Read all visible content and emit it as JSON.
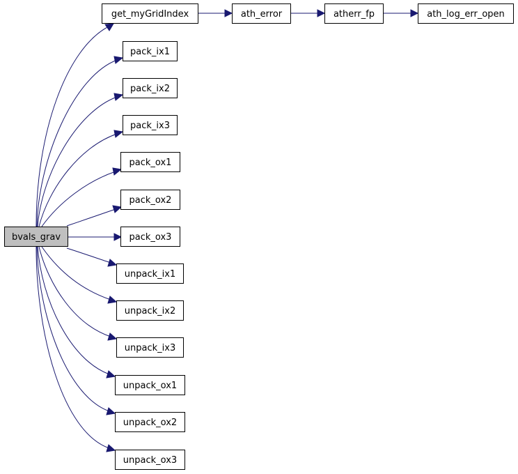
{
  "colors": {
    "edge": "#191970",
    "root_fill": "#bfbfbf",
    "node_fill": "#ffffff",
    "node_border": "#000000"
  },
  "graph": {
    "root": "bvals_grav",
    "nodes": {
      "bvals_grav": "bvals_grav",
      "get_myGridIndex": "get_myGridIndex",
      "ath_error": "ath_error",
      "atherr_fp": "atherr_fp",
      "ath_log_err_open": "ath_log_err_open",
      "pack_ix1": "pack_ix1",
      "pack_ix2": "pack_ix2",
      "pack_ix3": "pack_ix3",
      "pack_ox1": "pack_ox1",
      "pack_ox2": "pack_ox2",
      "pack_ox3": "pack_ox3",
      "unpack_ix1": "unpack_ix1",
      "unpack_ix2": "unpack_ix2",
      "unpack_ix3": "unpack_ix3",
      "unpack_ox1": "unpack_ox1",
      "unpack_ox2": "unpack_ox2",
      "unpack_ox3": "unpack_ox3"
    },
    "edges": [
      [
        "bvals_grav",
        "get_myGridIndex"
      ],
      [
        "bvals_grav",
        "pack_ix1"
      ],
      [
        "bvals_grav",
        "pack_ix2"
      ],
      [
        "bvals_grav",
        "pack_ix3"
      ],
      [
        "bvals_grav",
        "pack_ox1"
      ],
      [
        "bvals_grav",
        "pack_ox2"
      ],
      [
        "bvals_grav",
        "pack_ox3"
      ],
      [
        "bvals_grav",
        "unpack_ix1"
      ],
      [
        "bvals_grav",
        "unpack_ix2"
      ],
      [
        "bvals_grav",
        "unpack_ix3"
      ],
      [
        "bvals_grav",
        "unpack_ox1"
      ],
      [
        "bvals_grav",
        "unpack_ox2"
      ],
      [
        "bvals_grav",
        "unpack_ox3"
      ],
      [
        "get_myGridIndex",
        "ath_error"
      ],
      [
        "ath_error",
        "atherr_fp"
      ],
      [
        "atherr_fp",
        "ath_log_err_open"
      ]
    ]
  }
}
